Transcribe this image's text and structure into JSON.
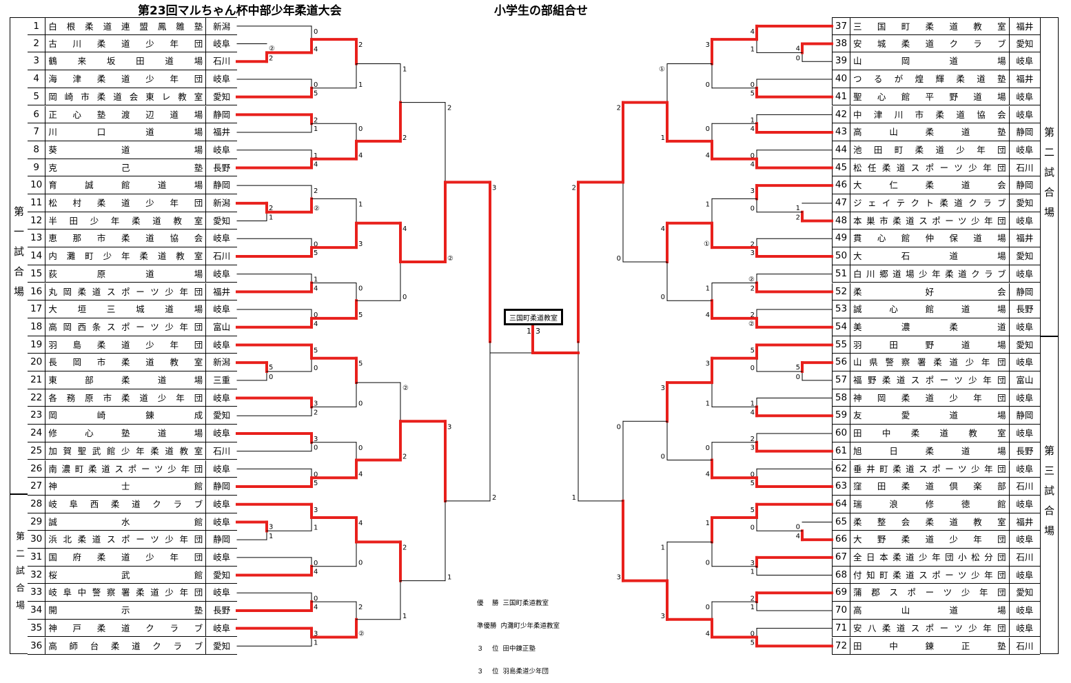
{
  "header": {
    "title": "第23回マルちゃん杯中部少年柔道大会",
    "subtitle": "小学生の部組合せ"
  },
  "venues": {
    "v1": "第一試合場",
    "v2": "第二試合場",
    "v3": "第三試合場"
  },
  "champion_box": "三国町柔道教室",
  "final_scores": {
    "left": "1",
    "right": "3"
  },
  "results": {
    "first": "優　 勝  三国町柔道教室",
    "second": "準優勝  内灘町少年柔道教室",
    "third_a": "３　 位  田中錬正塾",
    "third_b": "３　 位  羽島柔道少年団"
  },
  "teams": [
    {
      "no": "1",
      "name": "白根柔道連盟鳳雛塾",
      "pref": "新潟"
    },
    {
      "no": "2",
      "name": "古川柔道少年団",
      "pref": "岐阜"
    },
    {
      "no": "3",
      "name": "鶴来坂田道場",
      "pref": "石川"
    },
    {
      "no": "4",
      "name": "海津柔道少年団",
      "pref": "岐阜"
    },
    {
      "no": "5",
      "name": "岡崎市柔道会東レ教室",
      "pref": "愛知"
    },
    {
      "no": "6",
      "name": "正心塾渡辺道場",
      "pref": "静岡"
    },
    {
      "no": "7",
      "name": "川口道場",
      "pref": "福井"
    },
    {
      "no": "8",
      "name": "葵道場",
      "pref": "岐阜"
    },
    {
      "no": "9",
      "name": "克己塾",
      "pref": "長野"
    },
    {
      "no": "10",
      "name": "育誠館道場",
      "pref": "静岡"
    },
    {
      "no": "11",
      "name": "松村柔道少年団",
      "pref": "新潟"
    },
    {
      "no": "12",
      "name": "半田少年柔道教室",
      "pref": "愛知"
    },
    {
      "no": "13",
      "name": "恵那市柔道協会",
      "pref": "岐阜"
    },
    {
      "no": "14",
      "name": "内灘町少年柔道教室",
      "pref": "石川"
    },
    {
      "no": "15",
      "name": "荻原道場",
      "pref": "岐阜"
    },
    {
      "no": "16",
      "name": "丸岡柔道スポーツ少年団",
      "pref": "福井"
    },
    {
      "no": "17",
      "name": "大垣三城道場",
      "pref": "岐阜"
    },
    {
      "no": "18",
      "name": "高岡西条スポーツ少年団",
      "pref": "富山"
    },
    {
      "no": "19",
      "name": "羽島柔道少年団",
      "pref": "岐阜"
    },
    {
      "no": "20",
      "name": "長岡市柔道教室",
      "pref": "新潟"
    },
    {
      "no": "21",
      "name": "東部柔道場",
      "pref": "三重"
    },
    {
      "no": "22",
      "name": "各務原市柔道少年団",
      "pref": "岐阜"
    },
    {
      "no": "23",
      "name": "岡崎錬成",
      "pref": "愛知"
    },
    {
      "no": "24",
      "name": "修心塾道場",
      "pref": "岐阜"
    },
    {
      "no": "25",
      "name": "加賀聖武館少年柔道教室",
      "pref": "石川"
    },
    {
      "no": "26",
      "name": "南濃町柔道スポーツ少年団",
      "pref": "岐阜"
    },
    {
      "no": "27",
      "name": "神士館",
      "pref": "静岡"
    },
    {
      "no": "28",
      "name": "岐阜西柔道クラブ",
      "pref": "岐阜"
    },
    {
      "no": "29",
      "name": "誠水館",
      "pref": "岐阜"
    },
    {
      "no": "30",
      "name": "浜北柔道スポーツ少年団",
      "pref": "静岡"
    },
    {
      "no": "31",
      "name": "国府柔道少年団",
      "pref": "岐阜"
    },
    {
      "no": "32",
      "name": "桜武館",
      "pref": "愛知"
    },
    {
      "no": "33",
      "name": "岐阜中警察署柔道少年団",
      "pref": "岐阜"
    },
    {
      "no": "34",
      "name": "開示塾",
      "pref": "長野"
    },
    {
      "no": "35",
      "name": "神戸柔道クラブ",
      "pref": "岐阜"
    },
    {
      "no": "36",
      "name": "高師台柔道クラブ",
      "pref": "愛知"
    },
    {
      "no": "37",
      "name": "三国町柔道教室",
      "pref": "福井"
    },
    {
      "no": "38",
      "name": "安城柔道クラブ",
      "pref": "愛知"
    },
    {
      "no": "39",
      "name": "山岡道場",
      "pref": "岐阜"
    },
    {
      "no": "40",
      "name": "つるが煌輝柔道塾",
      "pref": "福井"
    },
    {
      "no": "41",
      "name": "聖心館平野道場",
      "pref": "岐阜"
    },
    {
      "no": "42",
      "name": "中津川市柔道協会",
      "pref": "岐阜"
    },
    {
      "no": "43",
      "name": "高山柔道塾",
      "pref": "静岡"
    },
    {
      "no": "44",
      "name": "池田町柔道少年団",
      "pref": "岐阜"
    },
    {
      "no": "45",
      "name": "松任柔道スポーツ少年団",
      "pref": "石川"
    },
    {
      "no": "46",
      "name": "大仁柔道会",
      "pref": "静岡"
    },
    {
      "no": "47",
      "name": "ジェイテクト柔道クラブ",
      "pref": "愛知"
    },
    {
      "no": "48",
      "name": "本巣市柔道スポーツ少年団",
      "pref": "岐阜"
    },
    {
      "no": "49",
      "name": "貫心館仲保道場",
      "pref": "福井"
    },
    {
      "no": "50",
      "name": "大石道場",
      "pref": "愛知"
    },
    {
      "no": "51",
      "name": "白川郷道場少年柔道クラブ",
      "pref": "岐阜"
    },
    {
      "no": "52",
      "name": "柔好会",
      "pref": "静岡"
    },
    {
      "no": "53",
      "name": "誠心館道場",
      "pref": "長野"
    },
    {
      "no": "54",
      "name": "美濃柔道",
      "pref": "岐阜"
    },
    {
      "no": "55",
      "name": "羽田野道場",
      "pref": "愛知"
    },
    {
      "no": "56",
      "name": "山県警察署柔道少年団",
      "pref": "岐阜"
    },
    {
      "no": "57",
      "name": "福野柔道スポーツ少年団",
      "pref": "富山"
    },
    {
      "no": "58",
      "name": "神岡柔道少年団",
      "pref": "岐阜"
    },
    {
      "no": "59",
      "name": "友愛道場",
      "pref": "静岡"
    },
    {
      "no": "60",
      "name": "田中柔道教室",
      "pref": "岐阜"
    },
    {
      "no": "61",
      "name": "旭日柔道場",
      "pref": "長野"
    },
    {
      "no": "62",
      "name": "垂井町柔道スポーツ少年団",
      "pref": "岐阜"
    },
    {
      "no": "63",
      "name": "窪田柔道倶楽部",
      "pref": "石川"
    },
    {
      "no": "64",
      "name": "瑞浪修徳館",
      "pref": "岐阜"
    },
    {
      "no": "65",
      "name": "柔整会柔道教室",
      "pref": "福井"
    },
    {
      "no": "66",
      "name": "大野柔道少年団",
      "pref": "岐阜"
    },
    {
      "no": "67",
      "name": "全日本柔道少年団小松分団",
      "pref": "石川"
    },
    {
      "no": "68",
      "name": "付知町柔道スポーツ少年団",
      "pref": "岐阜"
    },
    {
      "no": "69",
      "name": "蒲郡スポーツ少年団",
      "pref": "愛知"
    },
    {
      "no": "70",
      "name": "高山道場",
      "pref": "岐阜"
    },
    {
      "no": "71",
      "name": "安八柔道スポーツ少年団",
      "pref": "岐阜"
    },
    {
      "no": "72",
      "name": "田中錬正塾",
      "pref": "石川"
    }
  ],
  "scores": {
    "L1": [
      [
        "②",
        "2"
      ],
      [
        "0",
        "4"
      ],
      [
        "0",
        "5"
      ],
      [
        "2",
        "1"
      ],
      [
        "1",
        "4"
      ],
      [
        "2",
        "1"
      ],
      [
        "2",
        "②"
      ],
      [
        "0",
        "5"
      ],
      [
        "1",
        "4"
      ],
      [
        "0",
        "4"
      ],
      [
        "5",
        "0"
      ],
      [
        "5",
        "0"
      ],
      [
        "3",
        "2"
      ],
      [
        "3",
        "0"
      ],
      [
        "0",
        "5"
      ],
      [
        "3",
        "1"
      ],
      [
        "3",
        "1"
      ],
      [
        "0",
        "4"
      ],
      [
        "0",
        "4"
      ],
      [
        "3",
        "1"
      ]
    ],
    "L2": [
      [
        "2",
        "1"
      ],
      [
        "0",
        "4"
      ],
      [
        "1",
        "3"
      ],
      [
        "0",
        "5"
      ],
      [
        "5",
        "0"
      ],
      [
        "0",
        "4"
      ],
      [
        "4",
        "0"
      ],
      [
        "2",
        "②"
      ]
    ],
    "L3": [
      [
        "1",
        "2"
      ],
      [
        "4",
        "0"
      ],
      [
        "②",
        "2"
      ],
      [
        "2",
        "1"
      ]
    ],
    "L4": [
      [
        "2",
        "②"
      ],
      [
        "3",
        "1"
      ]
    ],
    "L5": [
      [
        "3",
        "2"
      ]
    ],
    "R1": [
      [
        "4",
        "0"
      ],
      [
        "4",
        "1"
      ],
      [
        "0",
        "5"
      ],
      [
        "1",
        "4"
      ],
      [
        "0",
        "4"
      ],
      [
        "1",
        "2"
      ],
      [
        "3",
        "0"
      ],
      [
        "2",
        "3"
      ],
      [
        "②",
        "2"
      ],
      [
        "2",
        "②"
      ],
      [
        "5",
        "0"
      ],
      [
        "5",
        "0"
      ],
      [
        "1",
        "4"
      ],
      [
        "2",
        "3"
      ],
      [
        "0",
        "5"
      ],
      [
        "0",
        "4"
      ],
      [
        "5",
        "0"
      ],
      [
        "3",
        "1"
      ],
      [
        "2",
        "1"
      ],
      [
        "0",
        "5"
      ]
    ],
    "R2": [
      [
        "3",
        "0"
      ],
      [
        "0",
        "4"
      ],
      [
        "1",
        "①"
      ],
      [
        "1",
        "4"
      ],
      [
        "3",
        "1"
      ],
      [
        "0",
        "4"
      ],
      [
        "1",
        "0"
      ],
      [
        "0",
        "4"
      ]
    ],
    "R3": [
      [
        "①",
        "1"
      ],
      [
        "4",
        "0"
      ],
      [
        "3",
        "0"
      ],
      [
        "1",
        "3"
      ]
    ],
    "R4": [
      [
        "2",
        "0"
      ],
      [
        "0",
        "3"
      ]
    ],
    "R5": [
      [
        "2",
        "1"
      ]
    ]
  }
}
